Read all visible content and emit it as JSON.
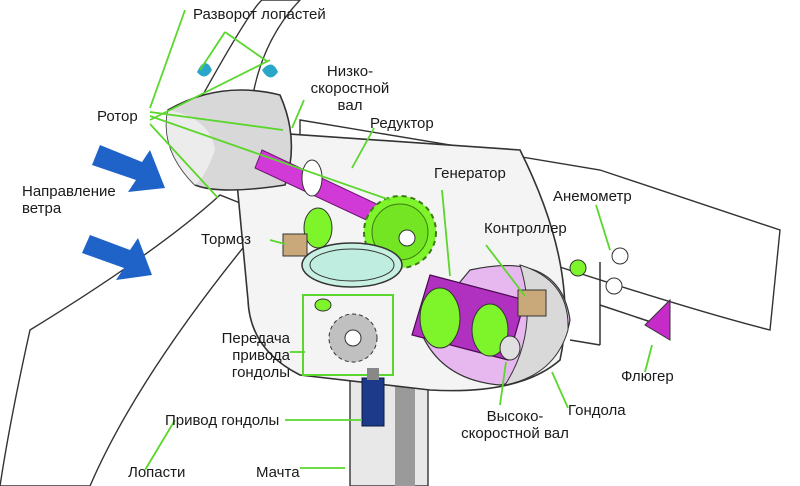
{
  "labels": {
    "blade_pitch": "Разворот лопастей",
    "low_speed_shaft": "Низко-\nскоростной вал",
    "rotor": "Ротор",
    "gearbox": "Редуктор",
    "wind_direction": "Направление\nветра",
    "generator": "Генератор",
    "anemometer": "Анемометр",
    "brake": "Тормоз",
    "controller": "Контроллер",
    "yaw_gear": "Передача\nпривода\nгондолы",
    "wind_vane": "Флюгер",
    "yaw_drive": "Привод гондолы",
    "high_speed_shaft": "Высоко-\nскоростной вал",
    "nacelle": "Гондола",
    "blades": "Лопасти",
    "tower": "Мачта"
  },
  "colors": {
    "leader": "#5ad62c",
    "shaft": "#d23ad8",
    "gear": "#7ef52a",
    "arrow": "#1f63c9",
    "vane": "#c62ac8",
    "motor": "#1d3a8a",
    "brake": "#c9a87a"
  }
}
